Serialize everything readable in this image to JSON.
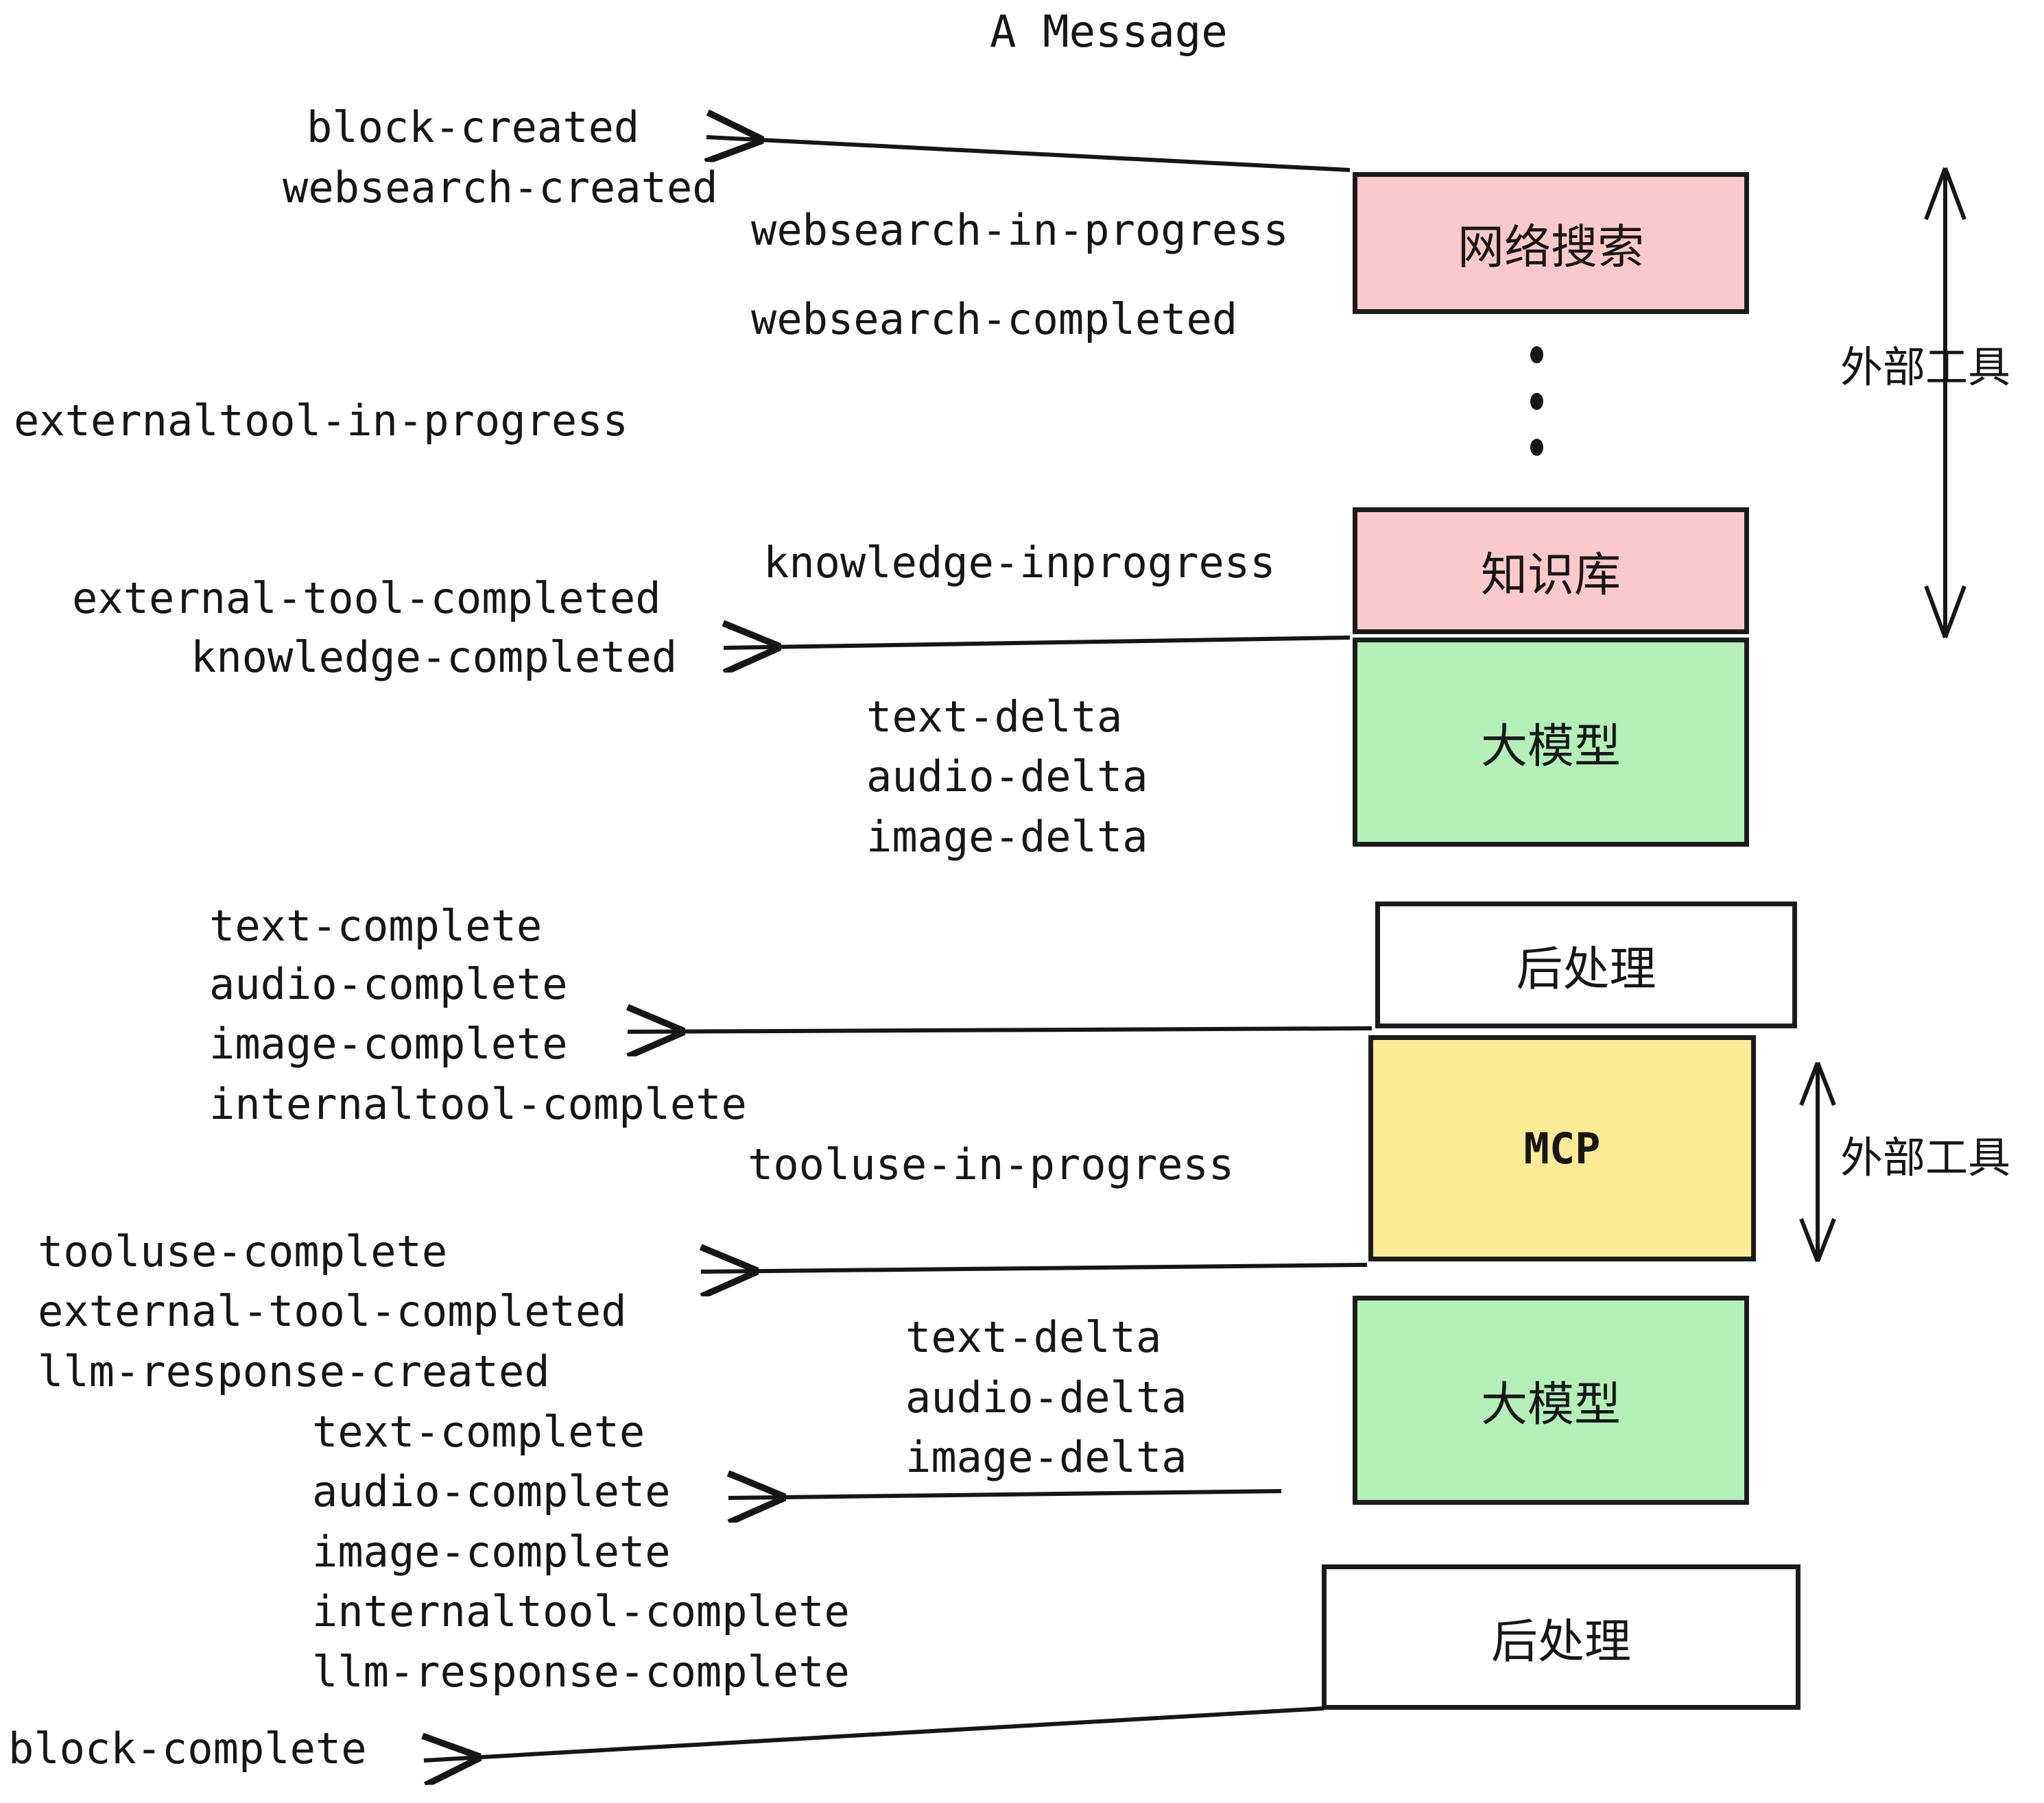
{
  "title": "A Message",
  "colors": {
    "pink": "#fcc9cb",
    "green": "#b2f0b8",
    "yellow": "#fbeb95",
    "white": "#ffffff",
    "stroke": "#1b1b1b",
    "text": "#161616",
    "background": "#ffffff"
  },
  "boxes": [
    {
      "id": "websearch",
      "label": "网络搜索",
      "fill": "#fcc9cb"
    },
    {
      "id": "knowledge",
      "label": "知识库",
      "fill": "#fcc9cb"
    },
    {
      "id": "llm-1",
      "label": "大模型",
      "fill": "#b2f0b8"
    },
    {
      "id": "postprocess-1",
      "label": "后处理",
      "fill": "#ffffff"
    },
    {
      "id": "mcp",
      "label": "MCP",
      "fill": "#fbeb95"
    },
    {
      "id": "llm-2",
      "label": "大模型",
      "fill": "#b2f0b8"
    },
    {
      "id": "postprocess-2",
      "label": "后处理",
      "fill": "#ffffff"
    }
  ],
  "side_labels": [
    {
      "id": "external-tools-top",
      "text": "外部工具"
    },
    {
      "id": "external-tools-bottom",
      "text": "外部工具"
    }
  ],
  "events": [
    {
      "id": "block-created",
      "text": "block-created"
    },
    {
      "id": "websearch-created",
      "text": "websearch-created"
    },
    {
      "id": "websearch-in-progress",
      "text": "websearch-in-progress"
    },
    {
      "id": "websearch-completed",
      "text": "websearch-completed"
    },
    {
      "id": "externaltool-in-progress",
      "text": "externaltool-in-progress"
    },
    {
      "id": "knowledge-inprogress",
      "text": "knowledge-inprogress"
    },
    {
      "id": "external-tool-completed-1",
      "text": "external-tool-completed"
    },
    {
      "id": "knowledge-completed",
      "text": "knowledge-completed"
    },
    {
      "id": "text-delta-1",
      "text": "text-delta"
    },
    {
      "id": "audio-delta-1",
      "text": "audio-delta"
    },
    {
      "id": "image-delta-1",
      "text": "image-delta"
    },
    {
      "id": "text-complete-1",
      "text": "text-complete"
    },
    {
      "id": "audio-complete-1",
      "text": "audio-complete"
    },
    {
      "id": "image-complete-1",
      "text": "image-complete"
    },
    {
      "id": "internaltool-complete-1",
      "text": "internaltool-complete"
    },
    {
      "id": "tooluse-in-progress",
      "text": "tooluse-in-progress"
    },
    {
      "id": "tooluse-complete",
      "text": "tooluse-complete"
    },
    {
      "id": "external-tool-completed-2",
      "text": "external-tool-completed"
    },
    {
      "id": "llm-response-created",
      "text": "llm-response-created"
    },
    {
      "id": "text-delta-2",
      "text": "text-delta"
    },
    {
      "id": "audio-delta-2",
      "text": "audio-delta"
    },
    {
      "id": "image-delta-2",
      "text": "image-delta"
    },
    {
      "id": "text-complete-2",
      "text": "text-complete"
    },
    {
      "id": "audio-complete-2",
      "text": "audio-complete"
    },
    {
      "id": "image-complete-2",
      "text": "image-complete"
    },
    {
      "id": "internaltool-complete-2",
      "text": "internaltool-complete"
    },
    {
      "id": "llm-response-complete",
      "text": "llm-response-complete"
    },
    {
      "id": "block-complete",
      "text": "block-complete"
    }
  ]
}
